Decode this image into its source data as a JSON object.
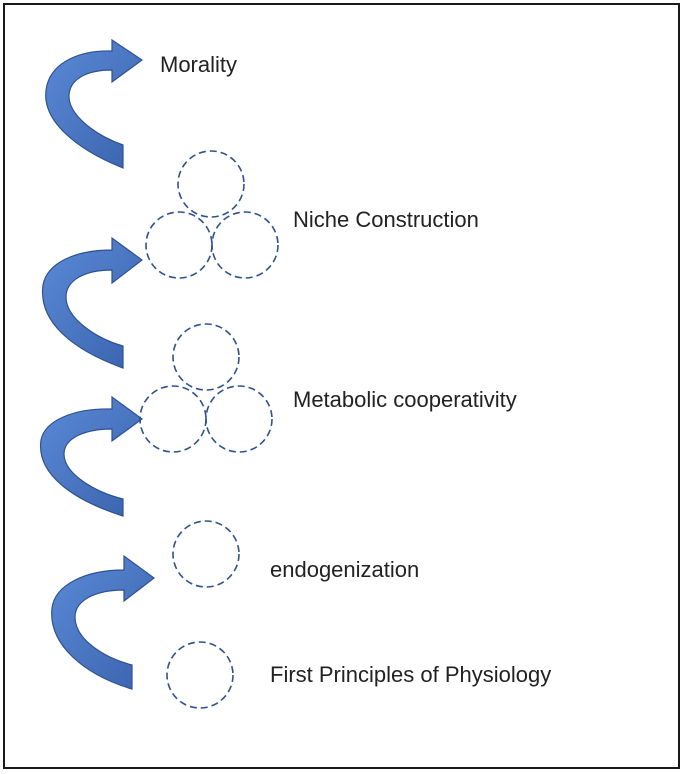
{
  "colors": {
    "arrow_fill": "#4472c4",
    "arrow_stroke": "#2f528f",
    "circle_stroke": "#2f528f",
    "frame": "#1a1a1a",
    "text": "#222222"
  },
  "levels": [
    {
      "label": "Morality",
      "circles": 0
    },
    {
      "label": "Niche Construction",
      "circles": 3
    },
    {
      "label": "Metabolic cooperativity",
      "circles": 3
    },
    {
      "label": "endogenization",
      "circles": 1
    },
    {
      "label": "First Principles of Physiology",
      "circles": 1
    }
  ],
  "arrows": [
    {
      "icon": "curved-up-arrow-icon",
      "from": "Niche Construction",
      "to": "Morality"
    },
    {
      "icon": "curved-up-arrow-icon",
      "from": "Metabolic cooperativity",
      "to": "Niche Construction"
    },
    {
      "icon": "curved-up-arrow-icon",
      "from": "endogenization",
      "to": "Metabolic cooperativity"
    },
    {
      "icon": "curved-up-arrow-icon",
      "from": "First Principles of Physiology",
      "to": "endogenization"
    }
  ]
}
